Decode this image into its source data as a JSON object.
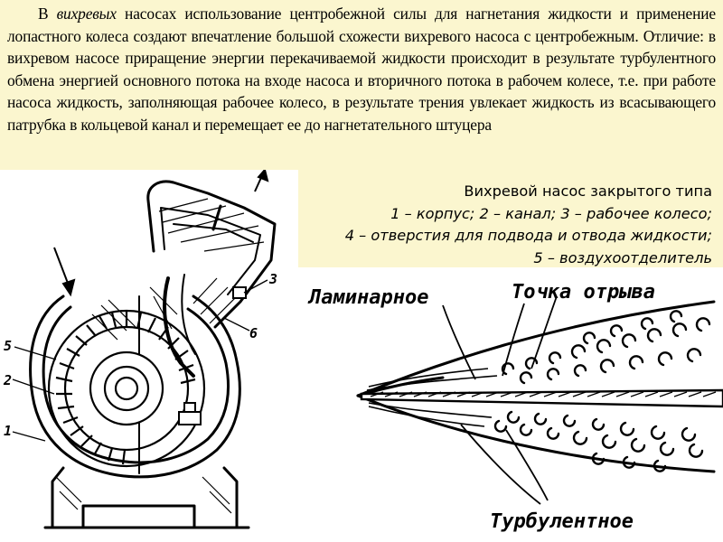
{
  "paragraph": {
    "lead": "В ",
    "emphasis": "вихревых",
    "body": " насосах использование центробежной силы для нагнетания жидкости и применение лопастного колеса создают впечатление большой схожести вихревого насоса с центробежным. Отличие: в вихревом насосе приращение энергии перекачиваемой жидкости происходит в результате турбулентного обмена энергией основного потока на входе насоса и вторичного потока в рабочем колесе, т.е. при работе насоса жидкость, заполняющая рабочее колесо, в результате трения увлекает жидкость из всасывающего патрубка в кольцевой канал и перемещает ее до нагнетательного штуцера"
  },
  "caption": {
    "title": "Вихревой насос закрытого типа",
    "line1": "1 – корпус; 2 – канал; 3 – рабочее колесо;",
    "line2": "4 – отверстия для подвода и отвода жидкости;",
    "line3": "5 – воздухоотделитель"
  },
  "pump_labels": [
    "1",
    "2",
    "3",
    "5",
    "6"
  ],
  "flow_labels": {
    "laminar": "Ламинарное",
    "separation": "Точка отрыва",
    "turbulent": "Турбулентное"
  },
  "colors": {
    "highlight_background": "#fbf6cf",
    "text": "#000000"
  }
}
